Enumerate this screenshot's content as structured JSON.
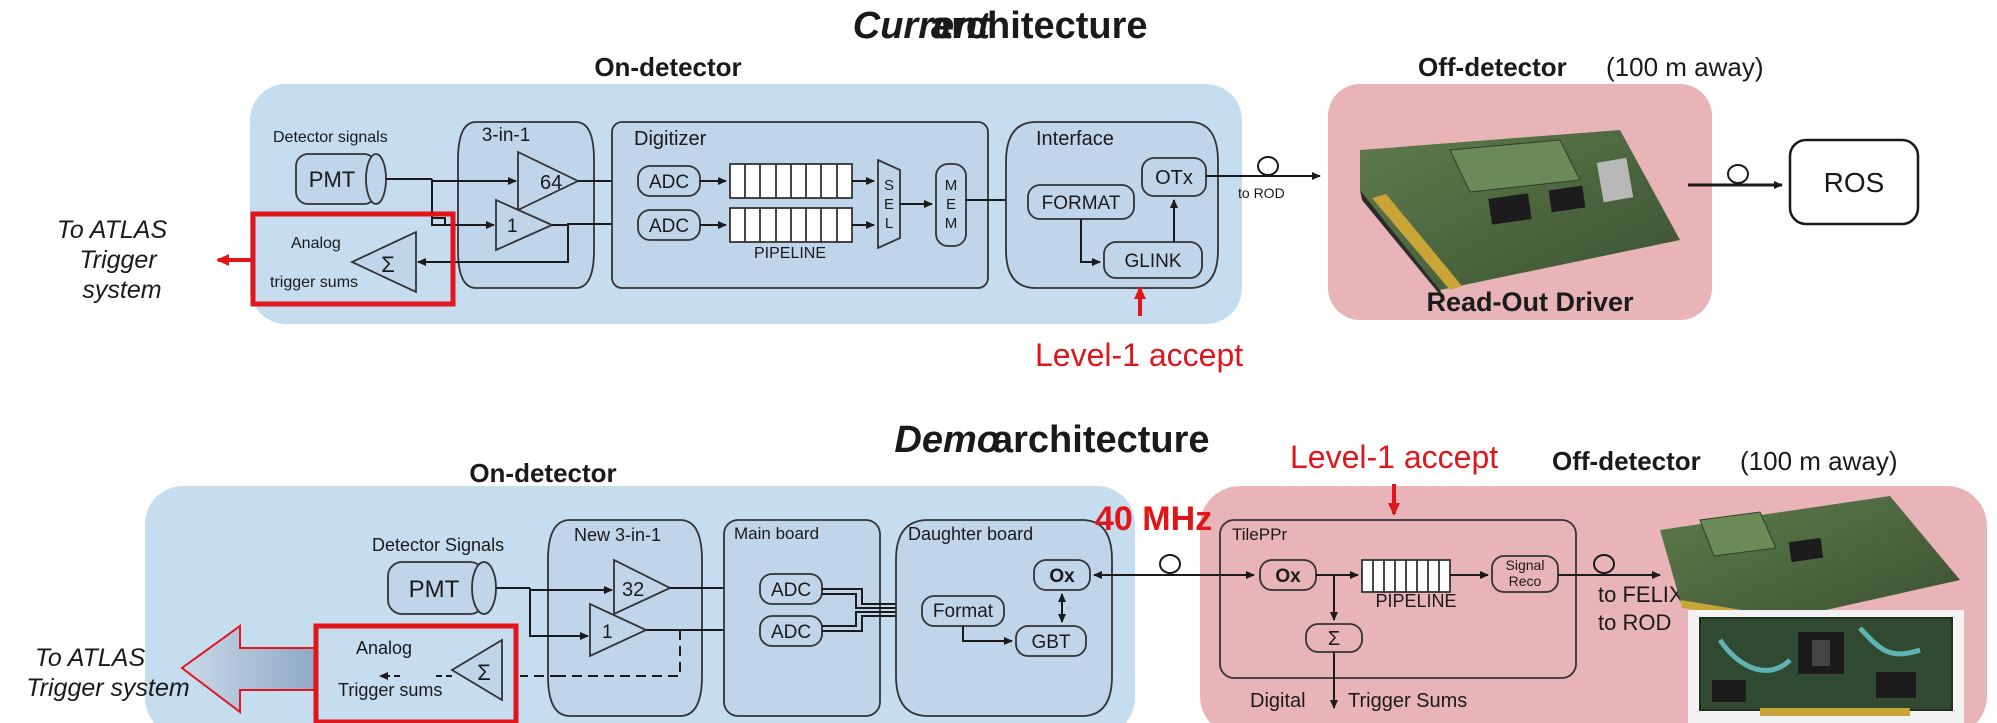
{
  "current": {
    "title_italic": "Current",
    "title_rest": " architecture",
    "on_detector": "On-detector",
    "off_detector_bold": "Off-detector",
    "off_detector_note": " (100 m away)",
    "detector_signals": "Detector signals",
    "pmt": "PMT",
    "three_in_one": "3-in-1",
    "gain_high": "64",
    "gain_low": "1",
    "analog_label_1": "Analog",
    "analog_label_2": "trigger sums",
    "sigma": "Σ",
    "to_trigger": [
      "To ATLAS",
      "Trigger",
      "system"
    ],
    "digitizer": "Digitizer",
    "adc": "ADC",
    "pipeline": "PIPELINE",
    "sel": [
      "S",
      "E",
      "L"
    ],
    "mem": [
      "M",
      "E",
      "M"
    ],
    "interface": "Interface",
    "format": "FORMAT",
    "otx": "OTx",
    "glink": "GLINK",
    "to_rod": "to ROD",
    "rod_label": "Read-Out Driver",
    "ros": "ROS",
    "level1": "Level-1 accept"
  },
  "demo": {
    "title_italic": "Demo",
    "title_rest": " architecture",
    "on_detector": "On-detector",
    "off_detector_bold": "Off-detector",
    "off_detector_note": " (100 m away)",
    "level1": "Level-1 accept",
    "detector_signals": "Detector Signals",
    "pmt": "PMT",
    "new_three_in_one": "New 3-in-1",
    "gain_high": "32",
    "gain_low": "1",
    "analog_label_1": "Analog",
    "analog_label_2": "Trigger sums",
    "sigma": "Σ",
    "to_trigger": [
      "To ATLAS",
      "Trigger system"
    ],
    "main_board": "Main board",
    "adc": "ADC",
    "daughter_board": "Daughter board",
    "format": "Format",
    "ox": "Ox",
    "gbt": "GBT",
    "freq": "40 MHz",
    "tileppr": "TilePPr",
    "pipeline": "PIPELINE",
    "signal_reco": [
      "Signal",
      "Reco"
    ],
    "to_felix": "to FELIX",
    "to_rod": "to ROD",
    "digital_sums": "Digital",
    "digital_sums_2": "Trigger Sums"
  },
  "colors": {
    "on_detector_bg": "#c6dcef",
    "off_detector_bg": "#e8b4b8",
    "red": "#e0161b",
    "box_fill": "#c0d5ea"
  }
}
